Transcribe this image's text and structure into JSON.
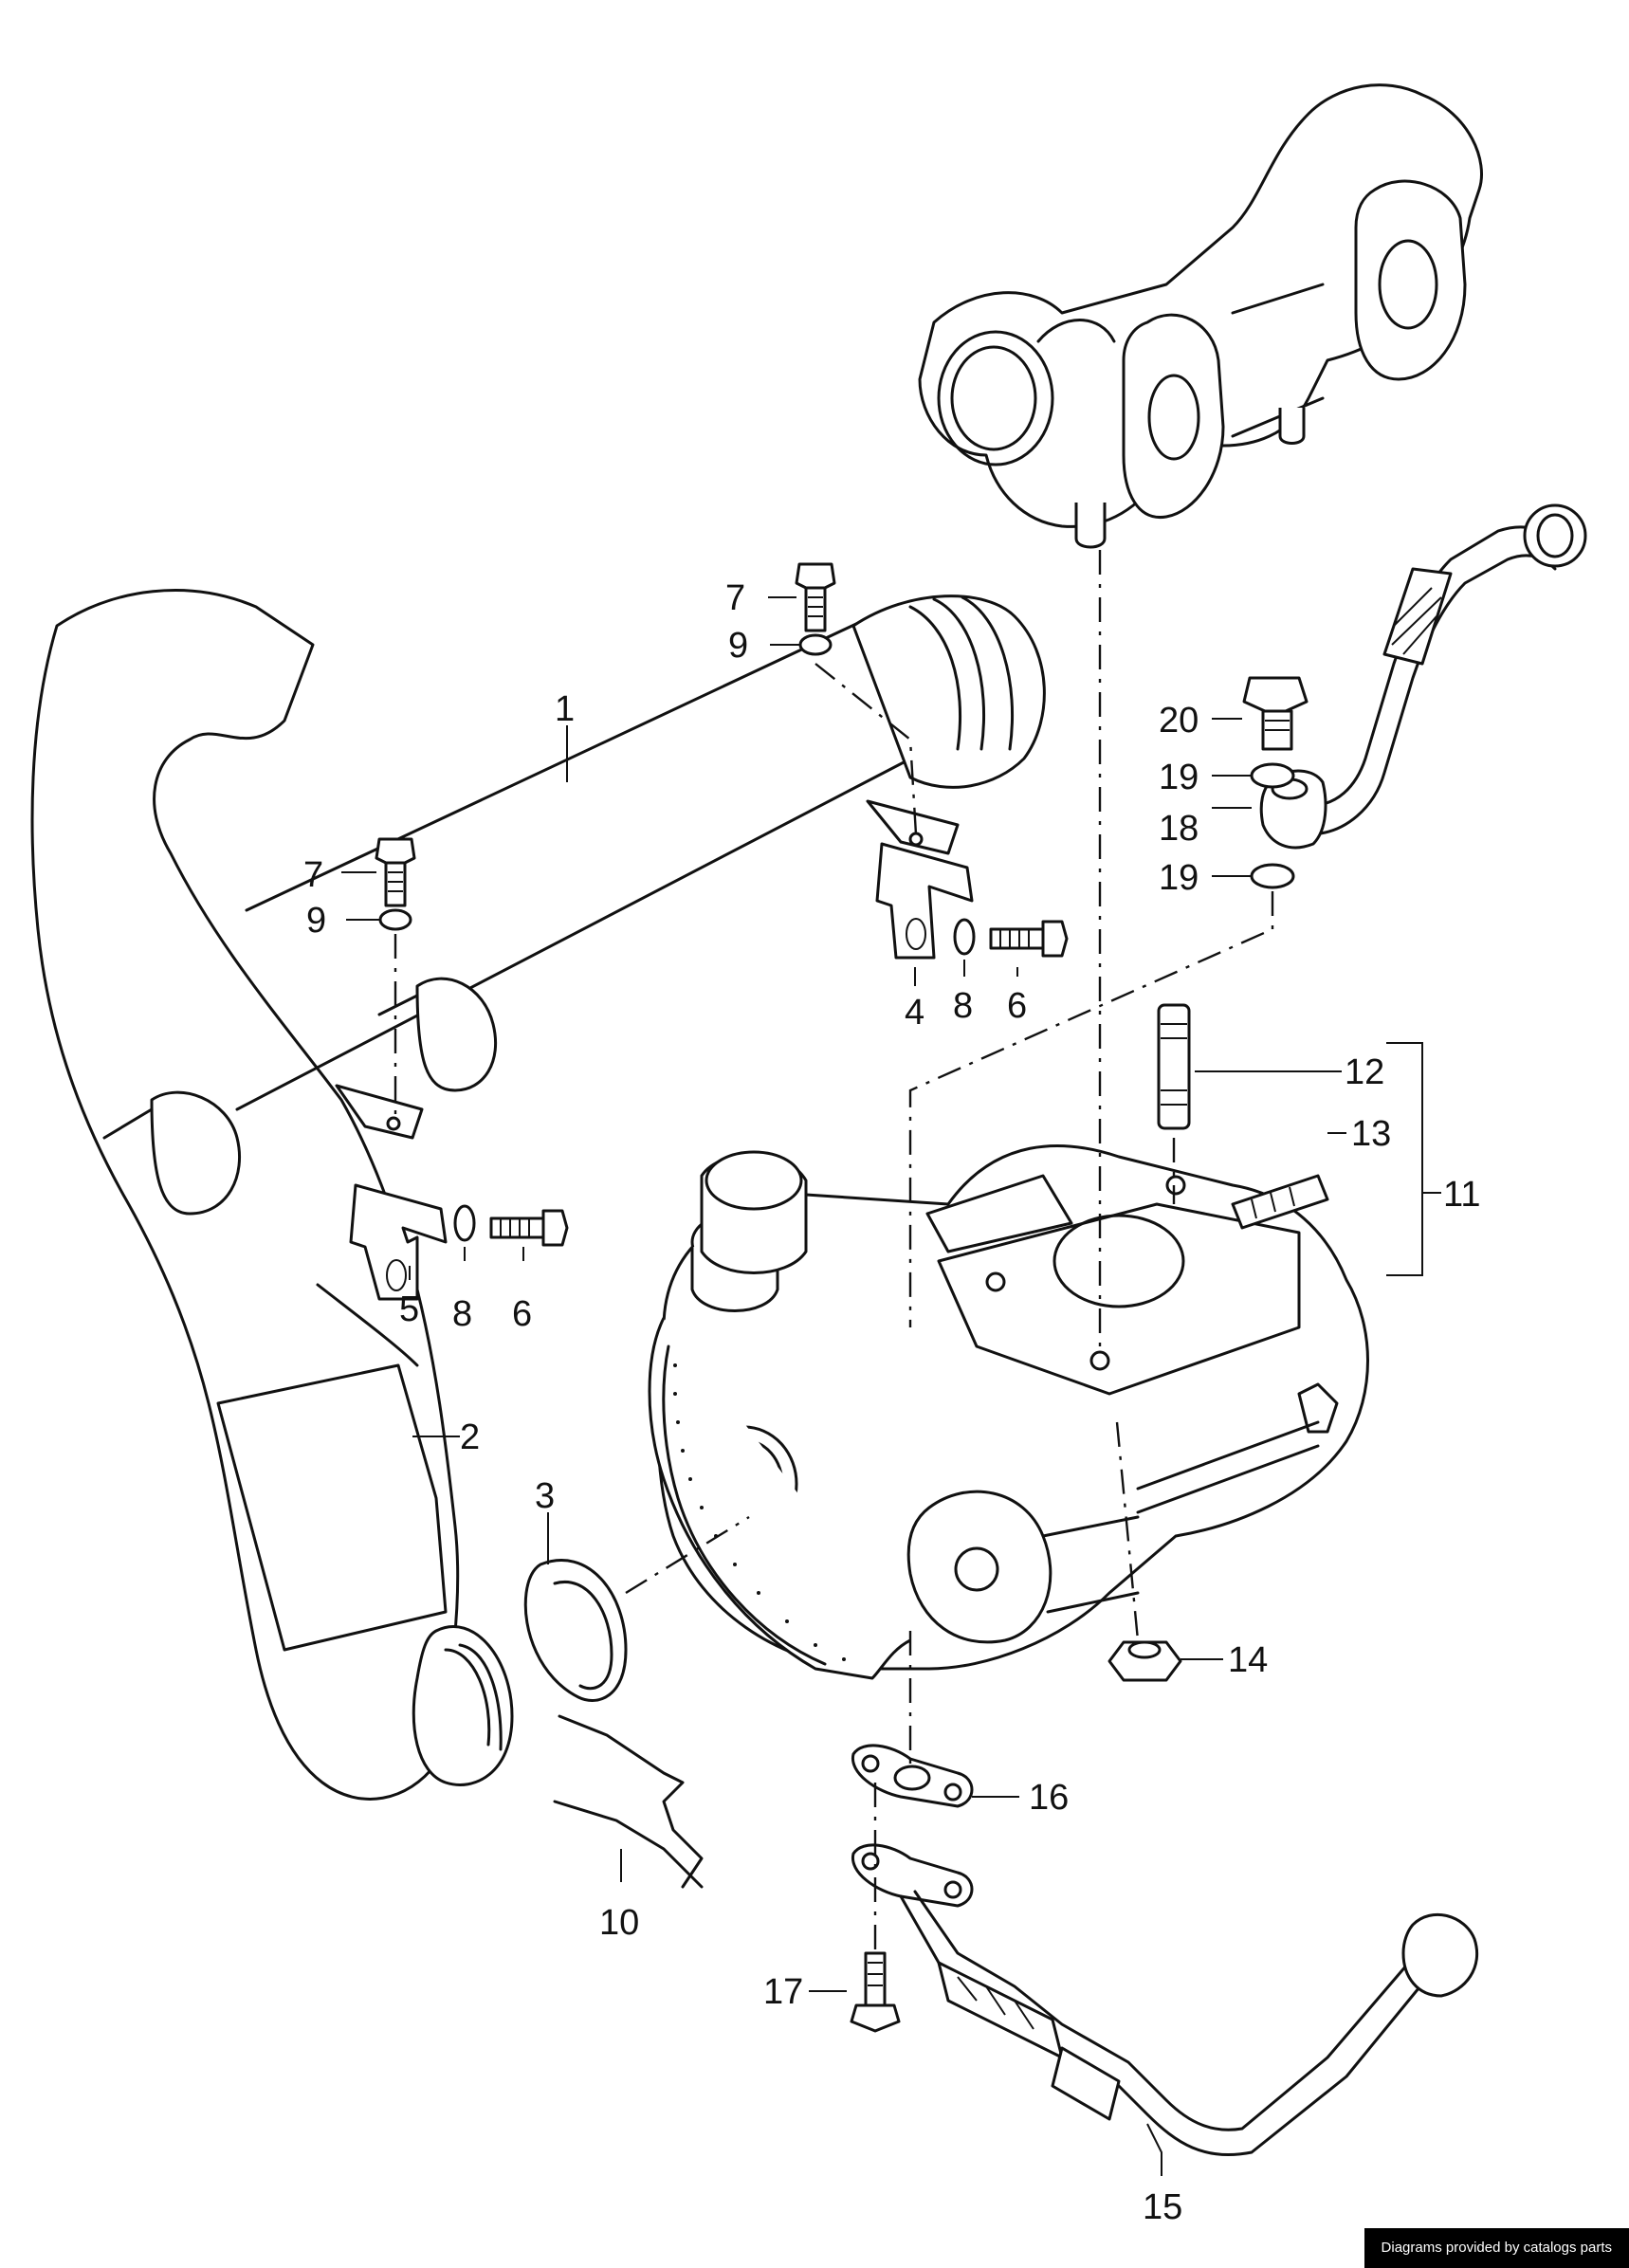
{
  "callouts": {
    "c1": "1",
    "c2": "2",
    "c3": "3",
    "c4": "4",
    "c5": "5",
    "c6a": "6",
    "c6b": "6",
    "c7a": "7",
    "c7b": "7",
    "c8a": "8",
    "c8b": "8",
    "c9a": "9",
    "c9b": "9",
    "c10": "10",
    "c11": "11",
    "c12": "12",
    "c13": "13",
    "c14": "14",
    "c15": "15",
    "c16": "16",
    "c17": "17",
    "c18": "18",
    "c19a": "19",
    "c19b": "19",
    "c20": "20"
  },
  "credit": "Diagrams provided by catalogs parts"
}
